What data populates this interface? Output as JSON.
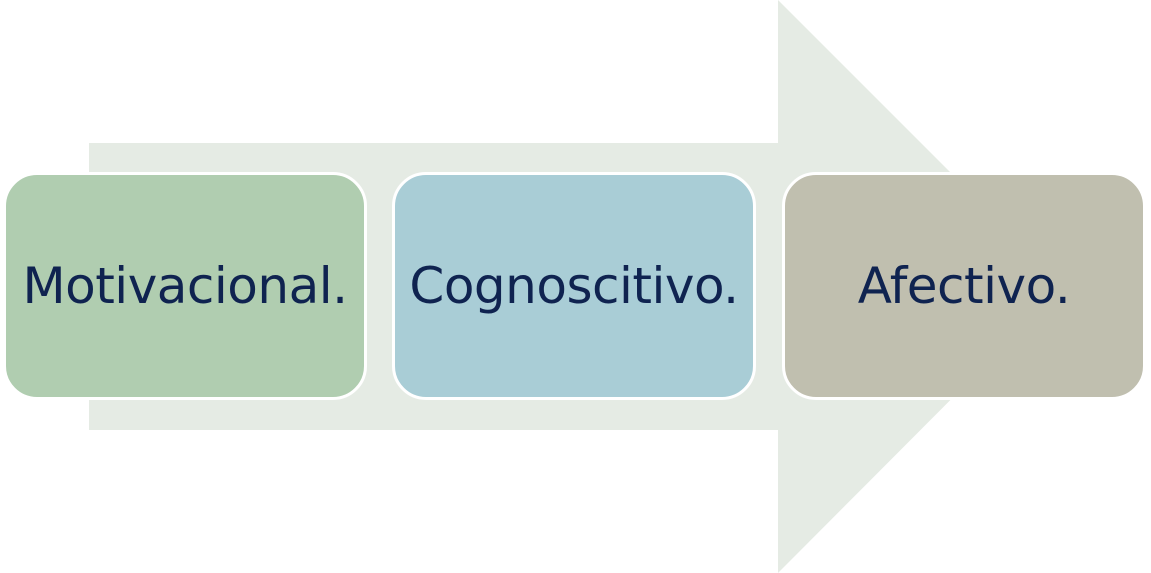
{
  "diagram": {
    "type": "process-arrow",
    "arrow_color": "#e5ebe4",
    "steps": [
      {
        "label": "Motivacional.",
        "color": "#b0cdb0"
      },
      {
        "label": "Cognoscitivo.",
        "color": "#a9cdd6"
      },
      {
        "label": "Afectivo.",
        "color": "#c0bfaf"
      }
    ],
    "text_color": "#0f2350"
  }
}
